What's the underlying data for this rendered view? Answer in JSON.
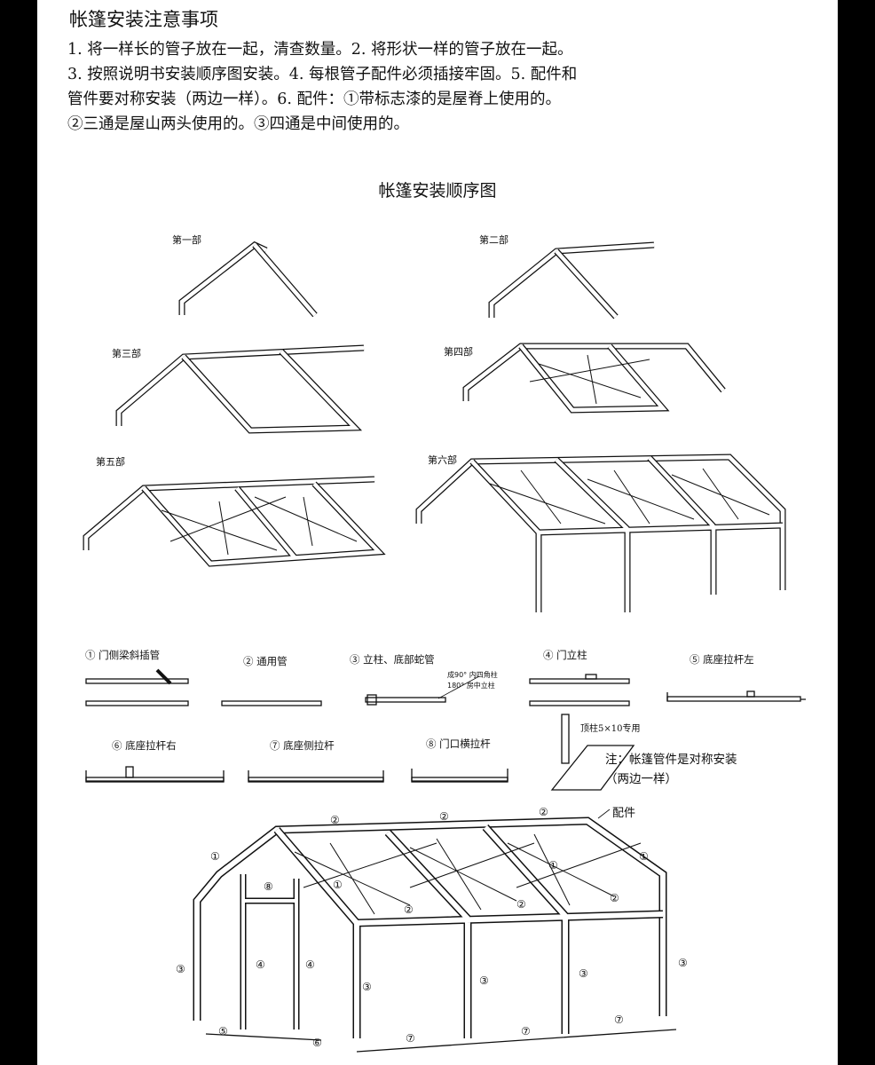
{
  "header": {
    "title": "帐篷安装注意事项",
    "notes": [
      "1. 将一样长的管子放在一起，清查数量。2. 将形状一样的管子放在一起。",
      "3. 按照说明书安装顺序图安装。4. 每根管子配件必须插接牢固。5. 配件和",
      "管件要对称安装（两边一样）。6. 配件：①带标志漆的是屋脊上使用的。",
      "②三通是屋山两头使用的。③四通是中间使用的。"
    ]
  },
  "sequence": {
    "title": "帐篷安装顺序图",
    "steps": [
      "第一部",
      "第二部",
      "第三部",
      "第四部",
      "第五部",
      "第六部"
    ]
  },
  "parts": {
    "items": [
      "① 门侧梁斜插管",
      "② 通用管",
      "③ 立柱、底部蛇管",
      "④ 门立柱",
      "⑤ 底座拉杆左",
      "⑥ 底座拉杆右",
      "⑦ 底座侧拉杆",
      "⑧ 门口横拉杆"
    ],
    "part3_note_a": "成90° 内四角柱",
    "part3_note_b": "180° 房中立柱",
    "top_post": "顶柱5×10专用",
    "note_line1": "注：帐篷管件是对称安装",
    "note_line2": "（两边一样）"
  },
  "assembly": {
    "fitting_label": "配件",
    "markers": [
      "①",
      "②",
      "③",
      "④",
      "⑤",
      "⑥",
      "⑦",
      "⑧"
    ]
  }
}
